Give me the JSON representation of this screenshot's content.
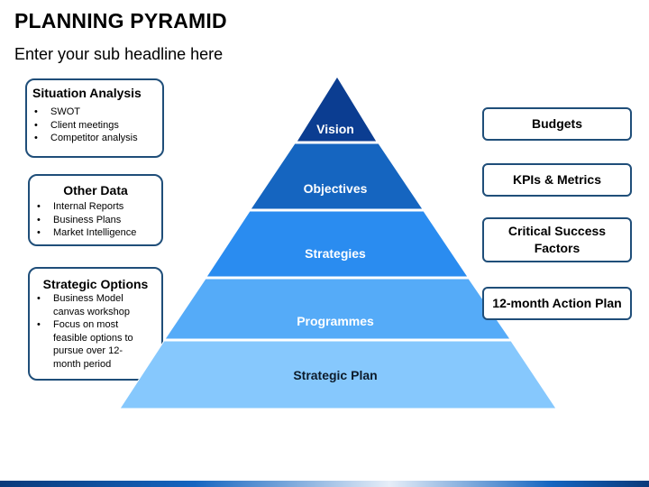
{
  "header": {
    "title": "PLANNING PYRAMID",
    "subtitle": "Enter your sub headline here"
  },
  "left_boxes": [
    {
      "title": "Situation Analysis",
      "items": [
        "SWOT",
        "Client meetings",
        "Competitor analysis"
      ]
    },
    {
      "title": "Other Data",
      "items": [
        "Internal Reports",
        "Business Plans",
        "Market Intelligence"
      ]
    },
    {
      "title": "Strategic Options",
      "items": [
        "Business Model canvas workshop",
        "Focus on most feasible options to pursue over 12-month period"
      ]
    }
  ],
  "pyramid": {
    "levels": [
      {
        "label": "Vision",
        "color": "#0b3d91",
        "text_color": "#ffffff"
      },
      {
        "label": "Objectives",
        "color": "#1565c0",
        "text_color": "#ffffff"
      },
      {
        "label": "Strategies",
        "color": "#2a8cf0",
        "text_color": "#ffffff"
      },
      {
        "label": "Programmes",
        "color": "#55abf8",
        "text_color": "#ffffff"
      },
      {
        "label": "Strategic Plan",
        "color": "#86c8fd",
        "text_color": "#0d1b2a"
      }
    ]
  },
  "right_boxes": [
    "Budgets",
    "KPIs & Metrics",
    "Critical Success Factors",
    "12-month Action Plan"
  ],
  "colors": {
    "border": "#1f4e79",
    "background": "#ffffff"
  }
}
